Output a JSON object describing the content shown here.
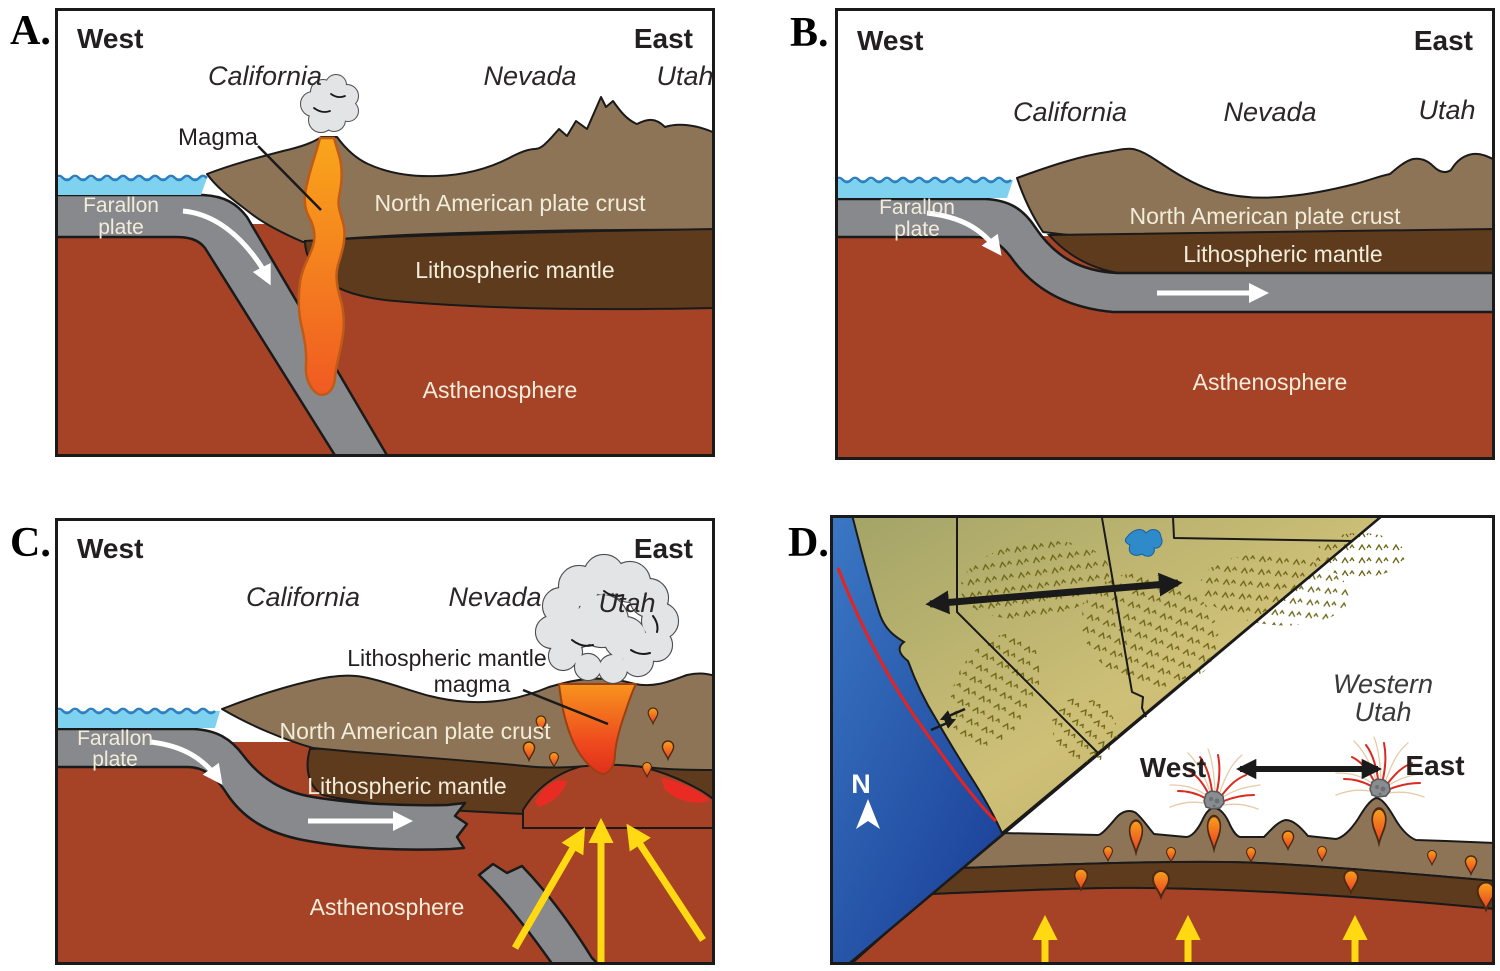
{
  "figure": {
    "panels": {
      "a": {
        "letter": "A.",
        "direction_west": "West",
        "direction_east": "East",
        "state_california": "California",
        "state_nevada": "Nevada",
        "state_utah": "Utah",
        "label_magma": "Magma",
        "label_crust": "North American plate crust",
        "label_mantle": "Lithospheric mantle",
        "label_asthenosphere": "Asthenosphere",
        "label_farallon_1": "Farallon",
        "label_farallon_2": "plate"
      },
      "b": {
        "letter": "B.",
        "direction_west": "West",
        "direction_east": "East",
        "state_california": "California",
        "state_nevada": "Nevada",
        "state_utah": "Utah",
        "label_crust": "North American plate crust",
        "label_mantle": "Lithospheric mantle",
        "label_asthenosphere": "Asthenosphere",
        "label_farallon_1": "Farallon",
        "label_farallon_2": "plate"
      },
      "c": {
        "letter": "C.",
        "direction_west": "West",
        "direction_east": "East",
        "state_california": "California",
        "state_nevada": "Nevada",
        "state_utah": "Utah",
        "label_mantle_magma_1": "Lithospheric mantle",
        "label_mantle_magma_2": "magma",
        "label_crust": "North American plate crust",
        "label_mantle": "Lithospheric mantle",
        "label_asthenosphere": "Asthenosphere",
        "label_farallon_1": "Farallon",
        "label_farallon_2": "plate"
      },
      "d": {
        "letter": "D.",
        "direction_west": "West",
        "direction_east": "East",
        "region_line_1": "Western",
        "region_line_2": "Utah",
        "compass_n": "N"
      }
    },
    "colors": {
      "crust": "#8d7456",
      "lithospheric_mantle": "#5e3b1d",
      "asthenosphere": "#a64327",
      "farallon_slab": "#87898c",
      "magma_orange": "#f6921e",
      "water_blue": "#7ed2f0",
      "waterline_blue": "#2e7fc0",
      "ocean_blue": "#2d68b8",
      "map_land_khaki": "#c9ba70",
      "lake_blue": "#2e8ac9",
      "fault_red": "#e8231f",
      "uplift_arrow_yellow": "#ffd911",
      "ink": "#1a1a1a"
    }
  }
}
